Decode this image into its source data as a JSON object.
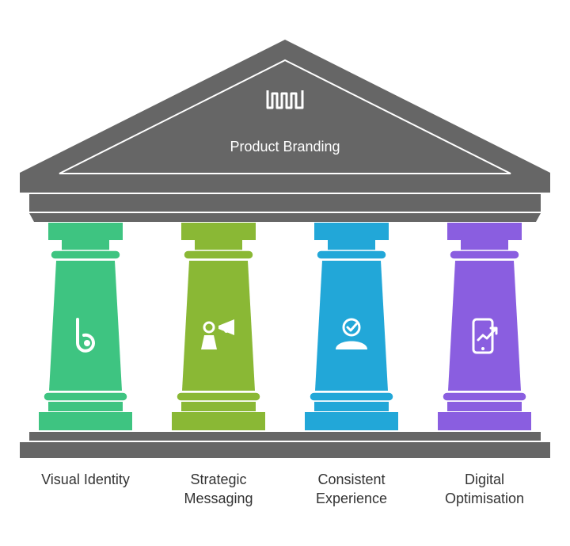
{
  "title": "Product Branding",
  "colors": {
    "structure": "#666666",
    "edge_light": "#ffffff",
    "text": "#333333"
  },
  "pillars": [
    {
      "label_lines": [
        "Visual Identity"
      ],
      "color": "#3ec481",
      "icon": "brand-b-icon"
    },
    {
      "label_lines": [
        "Strategic",
        "Messaging"
      ],
      "color": "#8ab835",
      "icon": "megaphone-person-icon"
    },
    {
      "label_lines": [
        "Consistent",
        "Experience"
      ],
      "color": "#22a7d8",
      "icon": "verified-user-icon"
    },
    {
      "label_lines": [
        "Digital",
        "Optimisation"
      ],
      "color": "#8a5ee0",
      "icon": "phone-growth-icon"
    }
  ]
}
